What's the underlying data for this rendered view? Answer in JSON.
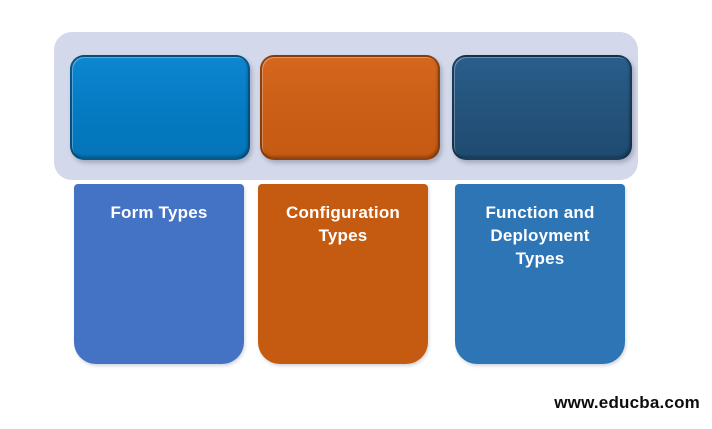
{
  "diagram": {
    "background_color": "#ffffff",
    "panel": {
      "name": "backdrop-panel",
      "color": "#d3d8ea"
    },
    "top_boxes": [
      {
        "id": "box-1",
        "color": "#097dc6",
        "label": ""
      },
      {
        "id": "box-2",
        "color": "#cd601a",
        "label": ""
      },
      {
        "id": "box-3",
        "color": "#255680",
        "label": ""
      }
    ],
    "cards": [
      {
        "id": "card-1",
        "label": "Form Types",
        "color": "#4472c4"
      },
      {
        "id": "card-2",
        "label": "Configuration\nTypes",
        "color": "#c55a11"
      },
      {
        "id": "card-3",
        "label": "Function and\nDeployment\nTypes",
        "color": "#2e75b6"
      }
    ]
  },
  "watermark": {
    "text": "www.educba.com"
  }
}
